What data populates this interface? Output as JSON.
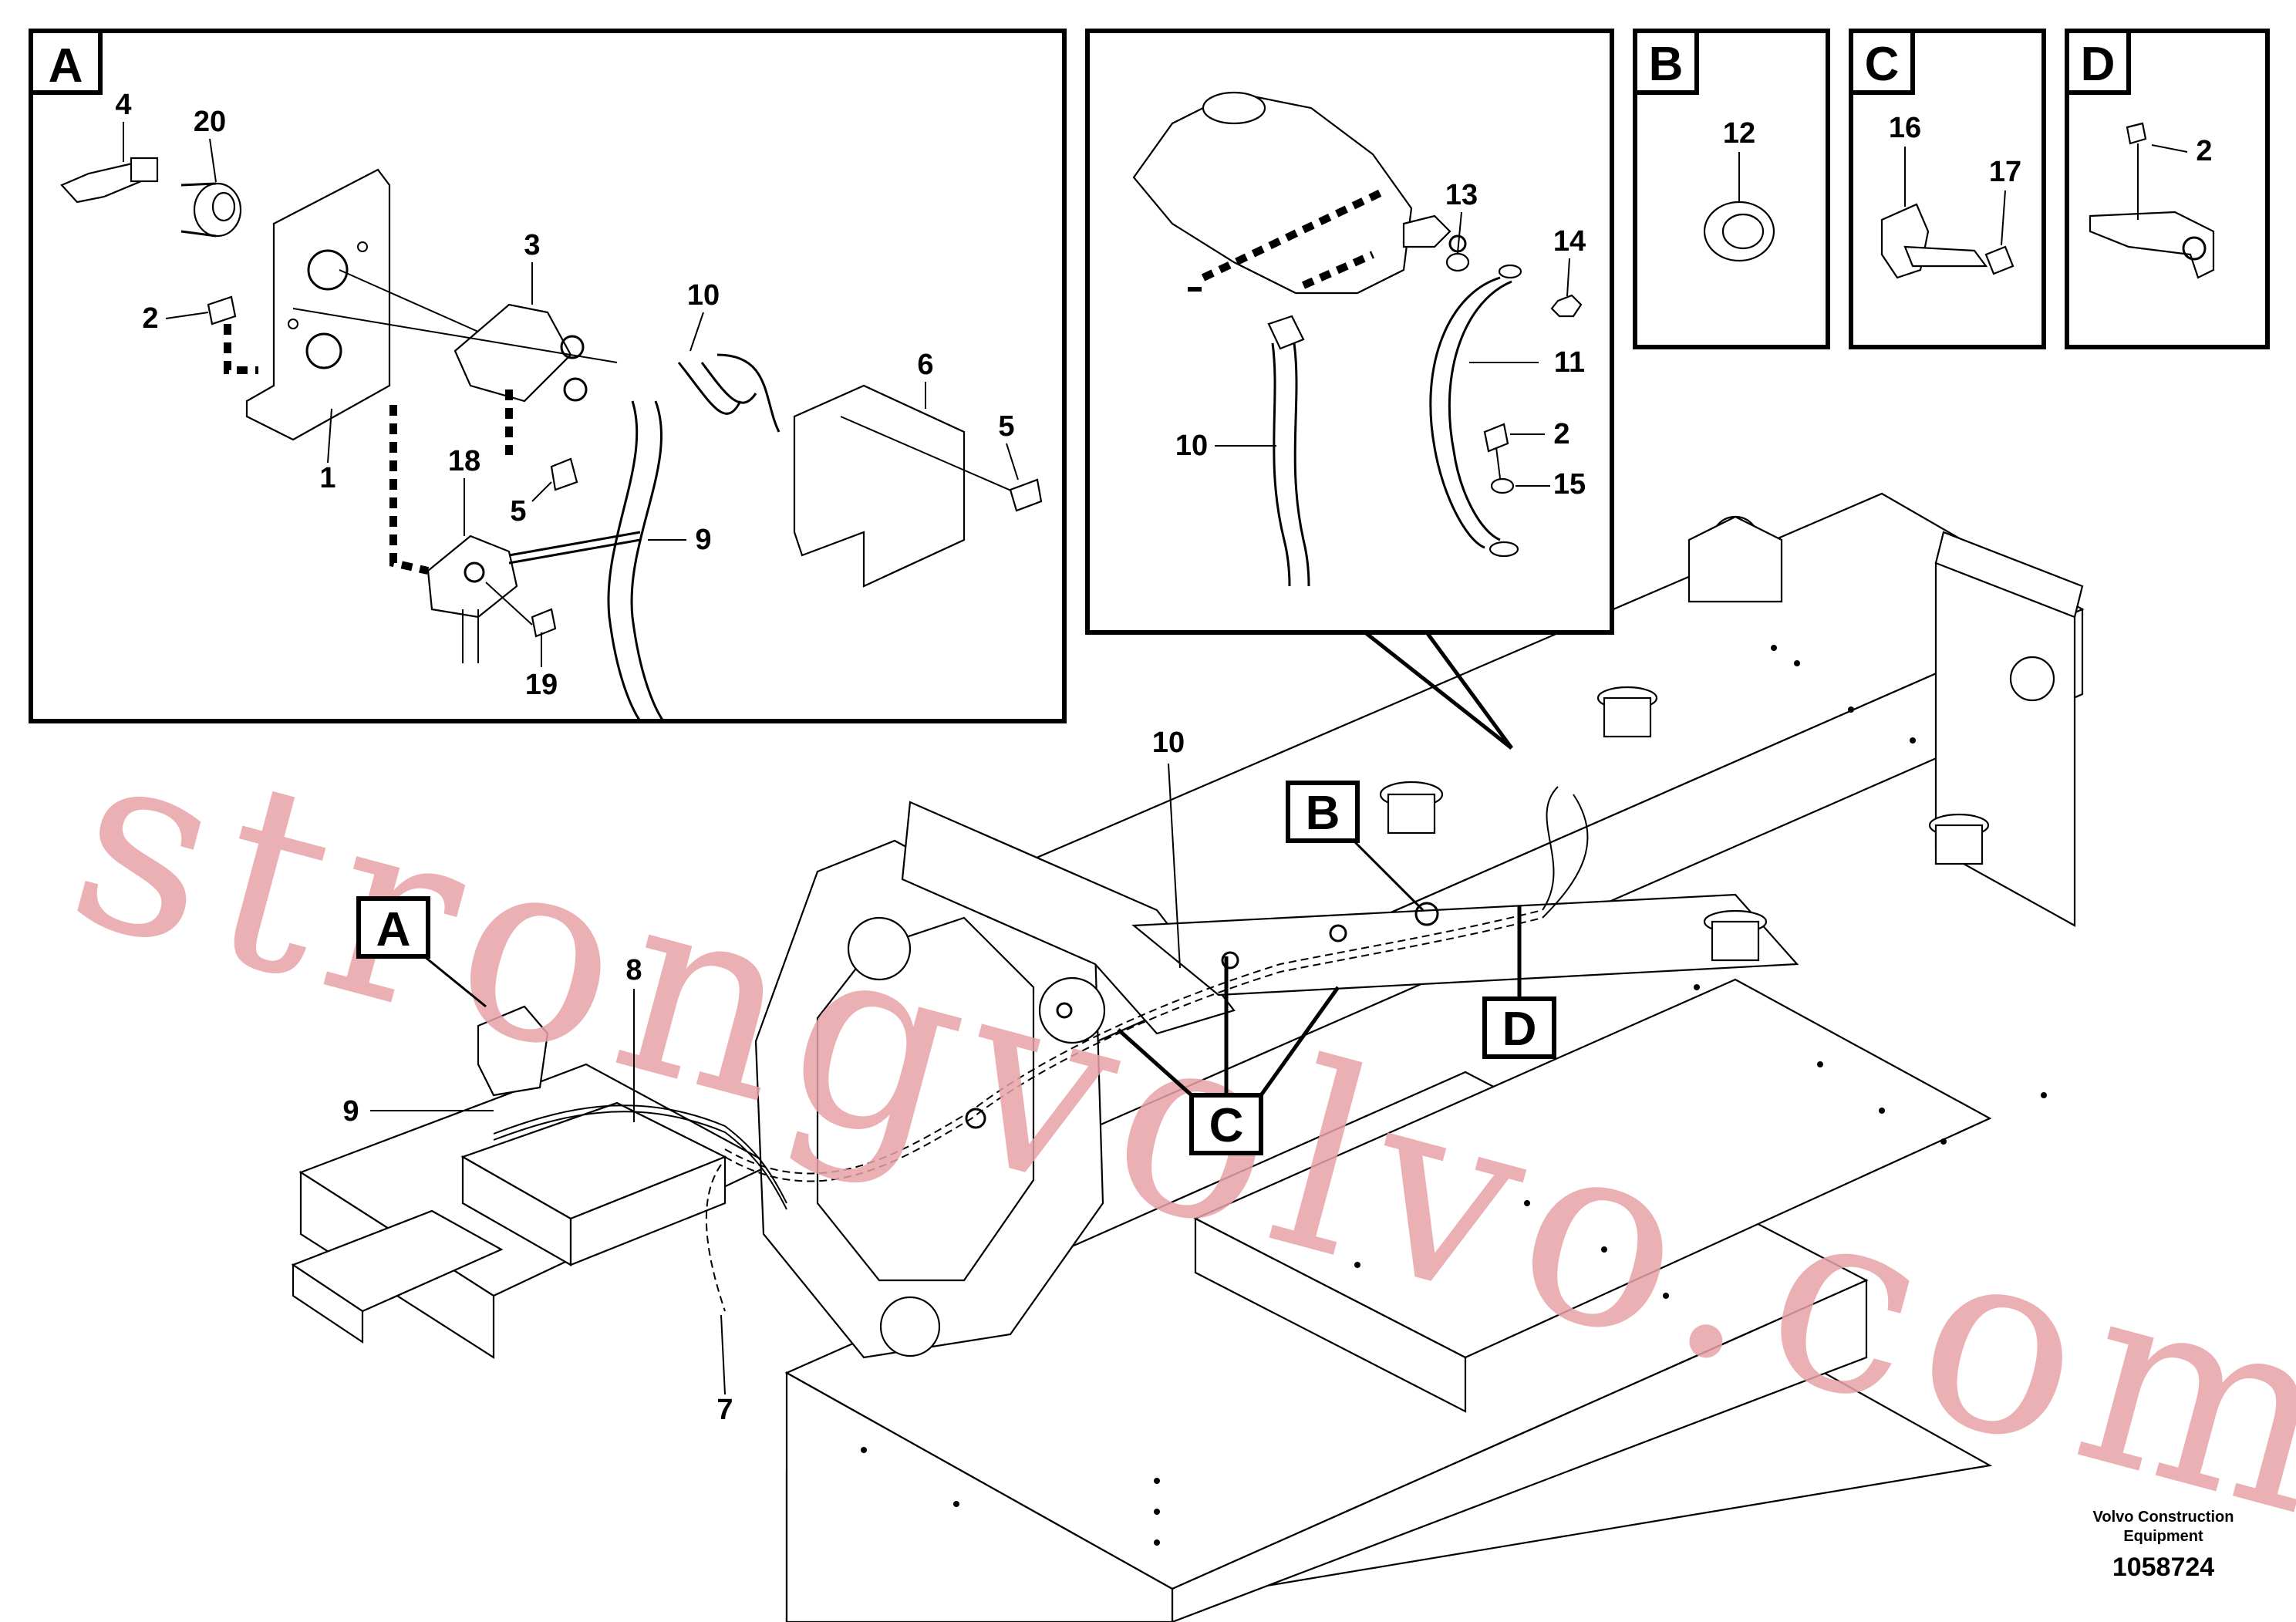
{
  "views": {
    "A": {
      "letter": "A",
      "labels": [
        "4",
        "20",
        "3",
        "10",
        "2",
        "6",
        "5",
        "1",
        "18",
        "5",
        "9",
        "19"
      ]
    },
    "starter": {
      "labels": [
        "13",
        "14",
        "11",
        "10",
        "2",
        "15"
      ]
    },
    "B": {
      "letter": "B",
      "labels": [
        "12"
      ]
    },
    "C": {
      "letter": "C",
      "labels": [
        "16",
        "17"
      ]
    },
    "D": {
      "letter": "D",
      "labels": [
        "2"
      ]
    }
  },
  "main": {
    "labels": [
      "10",
      "8",
      "9",
      "7"
    ],
    "refs": [
      "A",
      "B",
      "C",
      "D"
    ]
  },
  "watermark": "strongvolvo.com",
  "credit": {
    "line1": "Volvo Construction",
    "line2": "Equipment",
    "docnum": "1058724"
  }
}
